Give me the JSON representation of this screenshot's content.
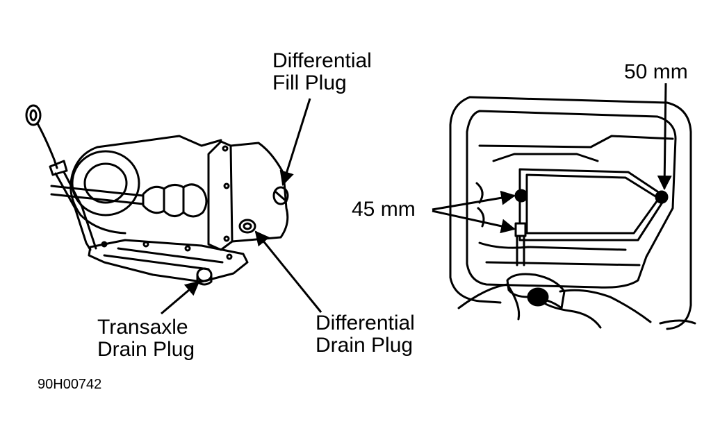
{
  "labels": {
    "diff_fill": [
      "Differential",
      "Fill Plug"
    ],
    "diff_drain": [
      "Differential",
      "Drain Plug"
    ],
    "trans_drain": [
      "Transaxle",
      "Drain Plug"
    ],
    "mm45": "45 mm",
    "mm50": "50 mm"
  },
  "ref_code": "90H00742",
  "colors": {
    "ink": "#000000",
    "paper": "#ffffff"
  }
}
